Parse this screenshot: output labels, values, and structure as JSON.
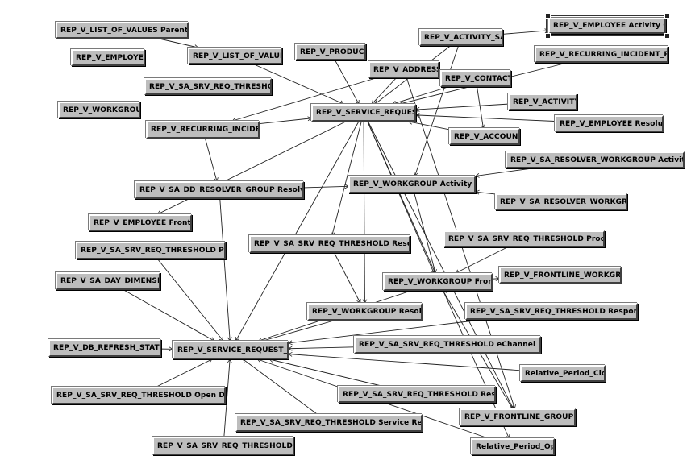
{
  "nodes": {
    "employee_activity_owner": "REP_V_EMPLOYEE Activity Owner",
    "list_of_values_parent_lov": "REP_V_LIST_OF_VALUES Parent LOV",
    "activity_sa": "REP_V_ACTIVITY_SA",
    "employee": "REP_V_EMPLOYEE",
    "list_of_values": "REP_V_LIST_OF_VALUES",
    "product": "REP_V_PRODUCT",
    "address": "REP_V_ADDRESS",
    "recurring_incident_rule": "REP_V_RECURRING_INCIDENT_RULE",
    "contact": "REP_V_CONTACT",
    "sa_srv_req_threshold": "REP_V_SA_SRV_REQ_THRESHOLD",
    "activity": "REP_V_ACTIVITY",
    "workgroup": "REP_V_WORKGROUP",
    "service_request": "REP_V_SERVICE_REQUEST",
    "employee_resolution": "REP_V_EMPLOYEE Resolution",
    "recurring_incident": "REP_V_RECURRING_INCIDENT",
    "account": "REP_V_ACCOUNT",
    "sa_resolver_workgroup_activity_owner": "REP_V_SA_RESOLVER_WORKGROUP Activity Owner",
    "sa_dd_resolver_group_resolved_by": "REP_V_SA_DD_RESOLVER_GROUP Resolved By",
    "workgroup_activity_owner": "REP_V_WORKGROUP Activity Owner",
    "sa_resolver_workgroup": "REP_V_SA_RESOLVER_WORKGROUP",
    "employee_frontline": "REP_V_EMPLOYEE Frontline",
    "sa_srv_req_threshold_product_od": "REP_V_SA_SRV_REQ_THRESHOLD Product OD",
    "sa_srv_req_threshold_resolution": "REP_V_SA_SRV_REQ_THRESHOLD Resolution",
    "sa_srv_req_threshold_product": "REP_V_SA_SRV_REQ_THRESHOLD Product",
    "frontline_workgroup": "REP_V_FRONTLINE_WORKGROUP",
    "sa_day_dimension": "REP_V_SA_DAY_DIMENSION",
    "workgroup_frontline": "REP_V_WORKGROUP Frontline",
    "workgroup_resolution": "REP_V_WORKGROUP Resolution",
    "sa_srv_req_threshold_response_elec": "REP_V_SA_SRV_REQ_THRESHOLD Response Elec",
    "db_refresh_status": "REP_V_DB_REFRESH_STATUS",
    "service_request_sa": "REP_V_SERVICE_REQUEST_SA",
    "sa_srv_req_threshold_echannel_response": "REP_V_SA_SRV_REQ_THRESHOLD eChannel Response",
    "relative_period_close": "Relative_Period_Close",
    "sa_srv_req_threshold_open_duration": "REP_V_SA_SRV_REQ_THRESHOLD Open Duration",
    "sa_srv_req_threshold_response": "REP_V_SA_SRV_REQ_THRESHOLD Response",
    "frontline_grouping": "REP_V_FRONTLINE_GROUPING",
    "sa_srv_req_threshold_service_restoration": "REP_V_SA_SRV_REQ_THRESHOLD Service Restoration",
    "sa_srv_req_threshold_dtc": "REP_V_SA_SRV_REQ_THRESHOLD DTC",
    "relative_period_open": "Relative_Period_Open"
  },
  "edges": [
    [
      "activity_sa",
      "employee_activity_owner"
    ],
    [
      "list_of_values_parent_lov",
      "list_of_values"
    ],
    [
      "activity_sa",
      "service_request"
    ],
    [
      "product",
      "service_request"
    ],
    [
      "address",
      "service_request"
    ],
    [
      "address",
      "recurring_incident"
    ],
    [
      "contact",
      "service_request"
    ],
    [
      "contact",
      "account"
    ],
    [
      "recurring_incident_rule",
      "service_request"
    ],
    [
      "activity",
      "service_request"
    ],
    [
      "employee_resolution",
      "service_request"
    ],
    [
      "account",
      "service_request"
    ],
    [
      "recurring_incident",
      "service_request"
    ],
    [
      "list_of_values",
      "service_request"
    ],
    [
      "sa_dd_resolver_group_resolved_by",
      "workgroup_activity_owner"
    ],
    [
      "sa_resolver_workgroup_activity_owner",
      "workgroup_activity_owner"
    ],
    [
      "sa_resolver_workgroup",
      "workgroup_activity_owner"
    ],
    [
      "activity_sa",
      "workgroup_activity_owner"
    ],
    [
      "workgroup_frontline",
      "frontline_workgroup"
    ],
    [
      "sa_srv_req_threshold_product_od",
      "workgroup_frontline"
    ],
    [
      "service_request",
      "service_request_sa"
    ],
    [
      "service_request",
      "workgroup_frontline"
    ],
    [
      "service_request",
      "sa_srv_req_threshold_resolution"
    ],
    [
      "recurring_incident",
      "sa_dd_resolver_group_resolved_by"
    ],
    [
      "sa_dd_resolver_group_resolved_by",
      "service_request_sa"
    ],
    [
      "sa_srv_req_threshold_product",
      "service_request_sa"
    ],
    [
      "sa_day_dimension",
      "service_request_sa"
    ],
    [
      "db_refresh_status",
      "service_request_sa"
    ],
    [
      "workgroup_resolution",
      "service_request_sa"
    ],
    [
      "workgroup_frontline",
      "service_request_sa"
    ],
    [
      "sa_srv_req_threshold_response_elec",
      "service_request_sa"
    ],
    [
      "sa_srv_req_threshold_echannel_response",
      "service_request_sa"
    ],
    [
      "relative_period_close",
      "service_request_sa"
    ],
    [
      "sa_srv_req_threshold_open_duration",
      "service_request_sa"
    ],
    [
      "sa_srv_req_threshold_response",
      "service_request_sa"
    ],
    [
      "sa_srv_req_threshold_service_restoration",
      "service_request_sa"
    ],
    [
      "sa_srv_req_threshold_dtc",
      "service_request_sa"
    ],
    [
      "relative_period_open",
      "service_request_sa"
    ],
    [
      "frontline_grouping",
      "workgroup_frontline"
    ],
    [
      "workgroup_activity_owner",
      "workgroup_frontline"
    ],
    [
      "service_request",
      "workgroup_resolution"
    ],
    [
      "service_request",
      "relative_period_open"
    ],
    [
      "service_request",
      "frontline_grouping"
    ],
    [
      "sa_srv_req_threshold_resolution",
      "workgroup_resolution"
    ],
    [
      "service_request",
      "employee_frontline"
    ],
    [
      "address",
      "frontline_grouping"
    ]
  ]
}
